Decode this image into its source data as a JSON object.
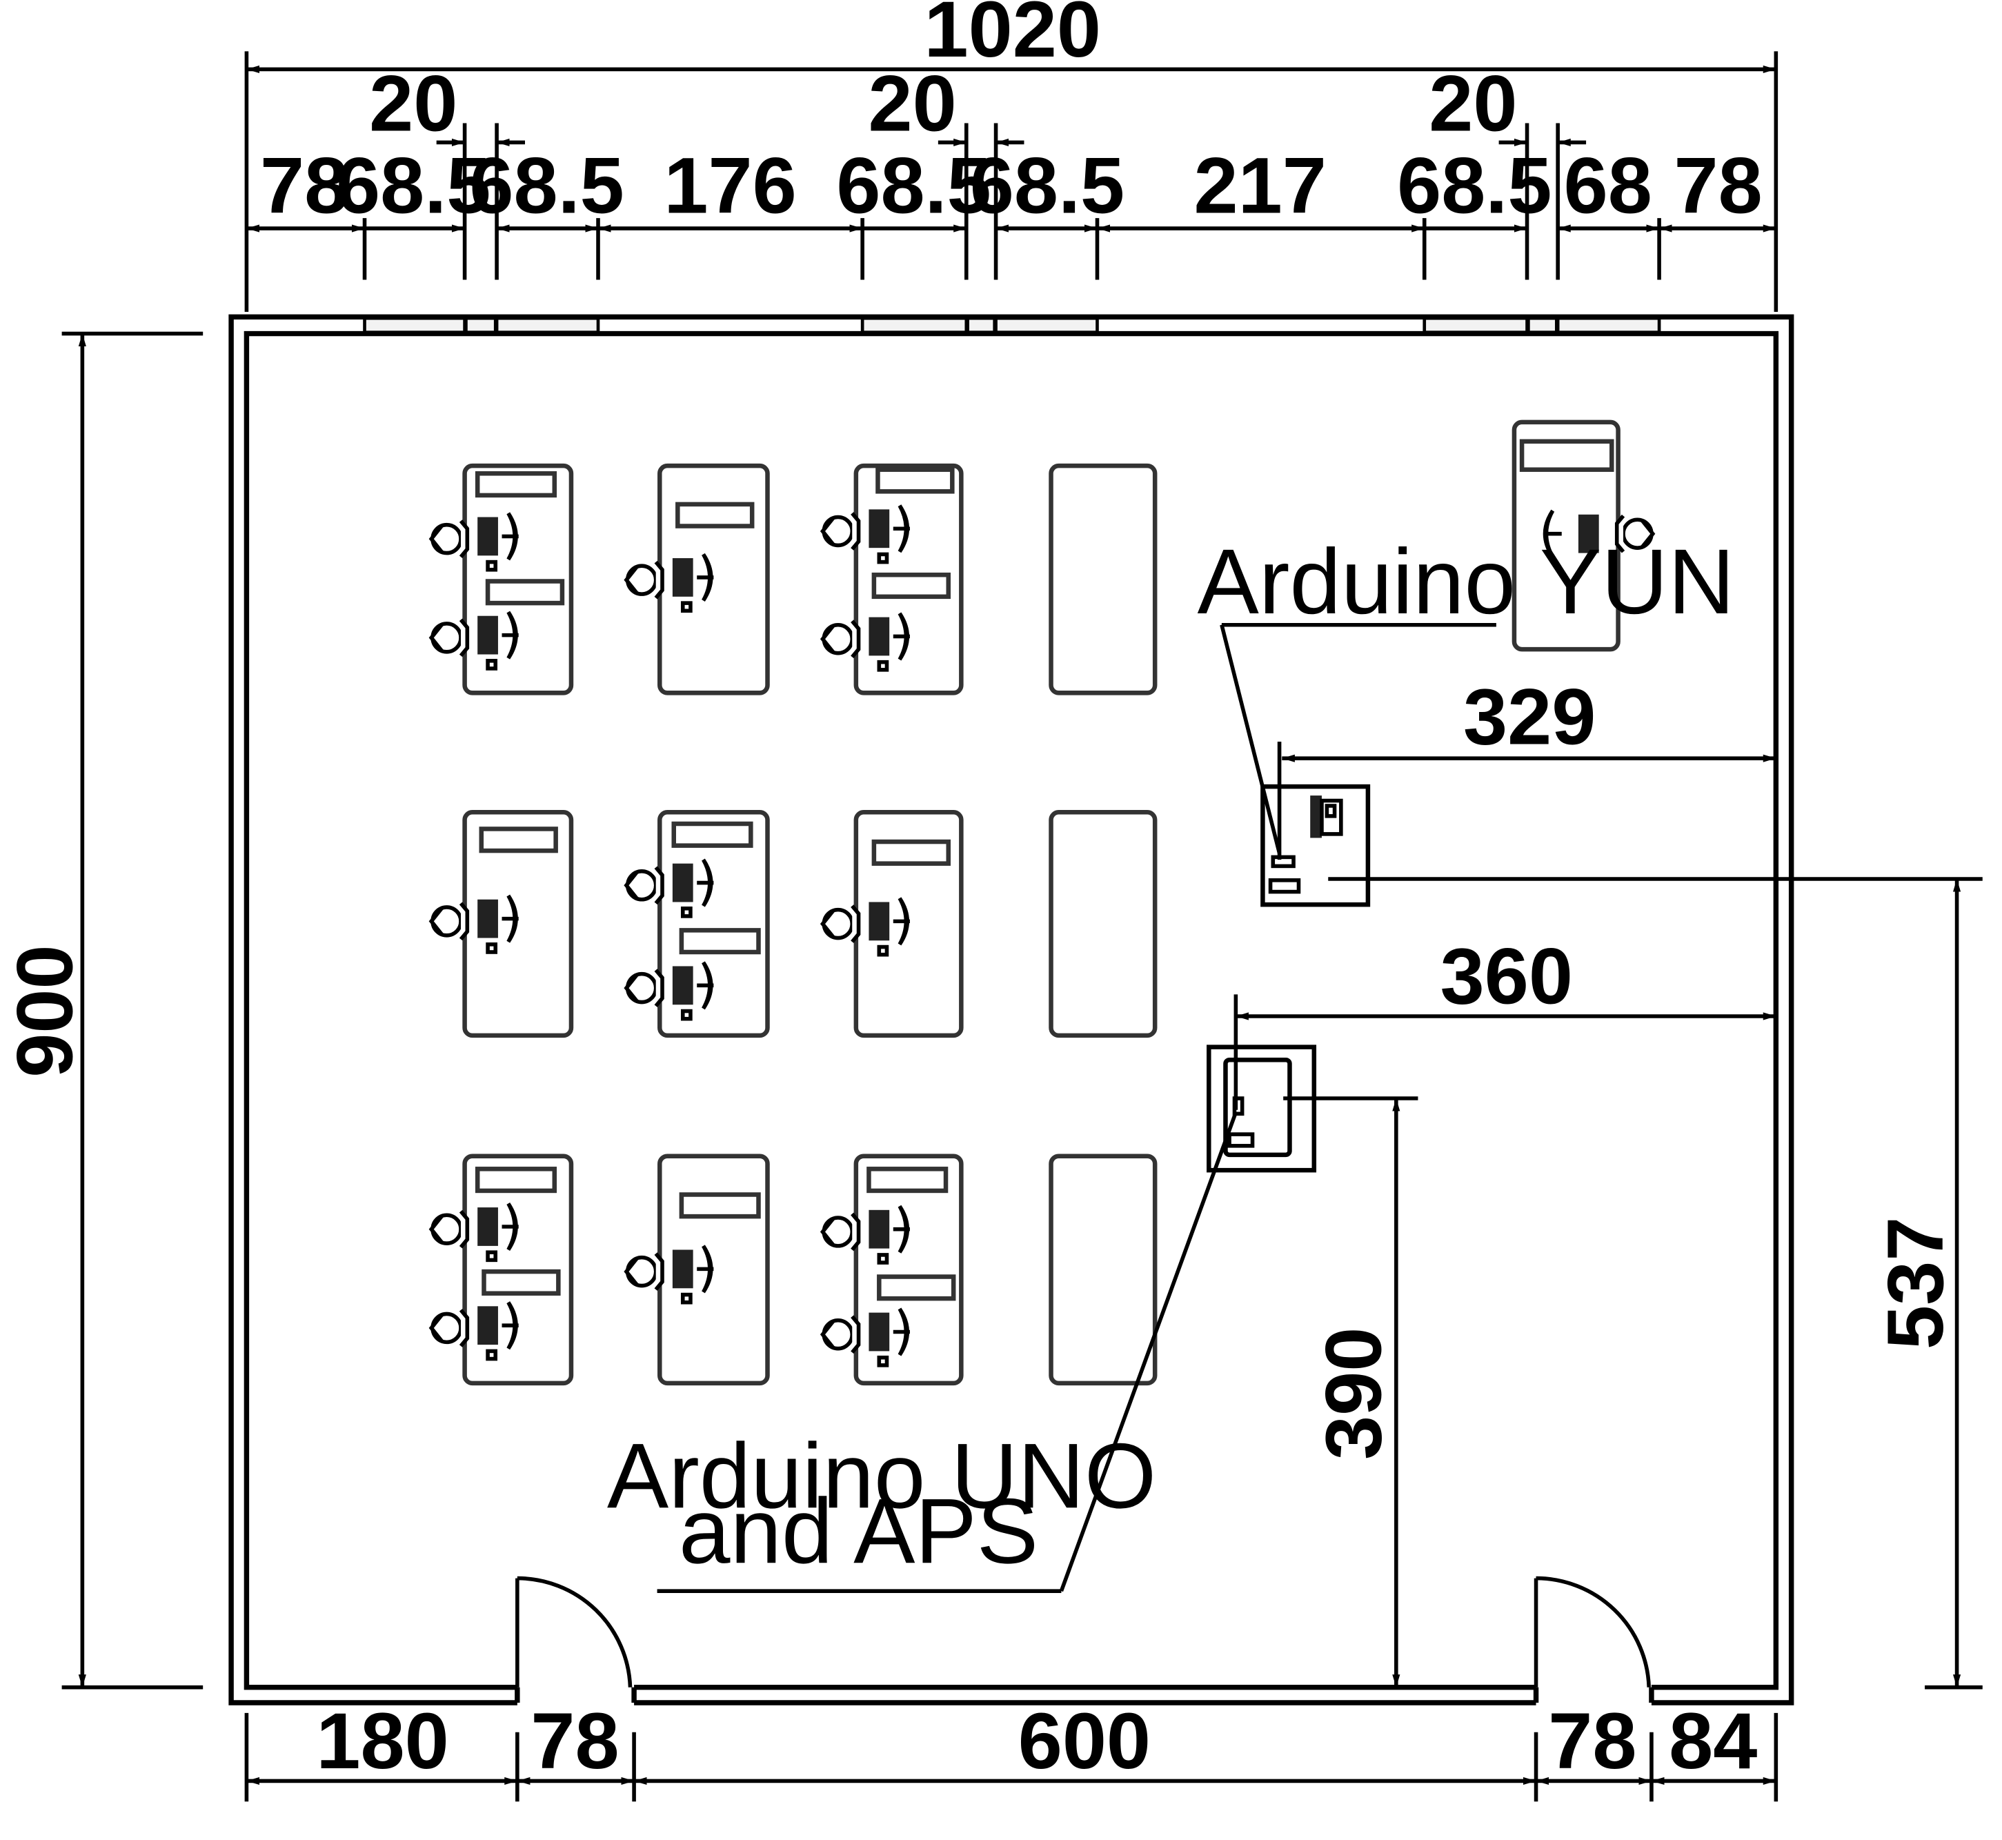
{
  "dimensions": {
    "total_width": "1020",
    "top_segments": [
      "78",
      "68.5",
      "68.5",
      "176",
      "68.5",
      "68.5",
      "217",
      "68.5",
      "68",
      "78"
    ],
    "window_gaps": [
      "20",
      "20",
      "20"
    ],
    "bottom_segments": [
      "180",
      "78",
      "600",
      "78",
      "84"
    ],
    "room_height": "900",
    "yun_to_right_wall": "329",
    "uno_to_right_wall": "360",
    "yun_height": "537",
    "uno_height": "390"
  },
  "labels": {
    "arduino_yun": "Arduino YUN",
    "arduino_uno_line1": "Arduino UNO",
    "arduino_uno_line2": "and APS"
  },
  "colors": {
    "line": "#000000",
    "desk_outline": "#333333",
    "background": "#ffffff"
  }
}
